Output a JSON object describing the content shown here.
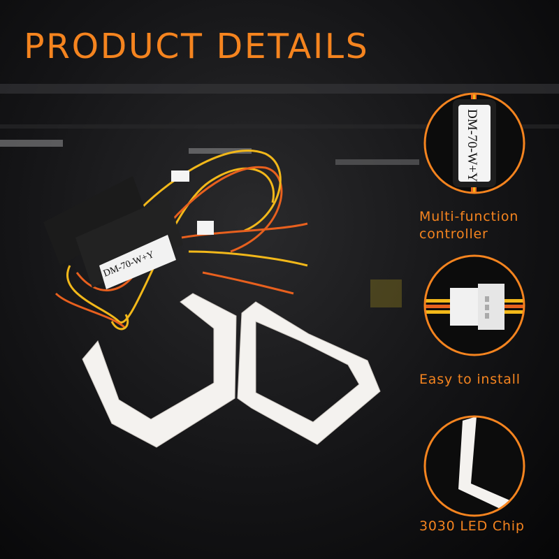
{
  "header": {
    "title": "PRODUCT DETAILS"
  },
  "product": {
    "controller_label": "DM-70-W+Y"
  },
  "features": [
    {
      "icon": "controller-icon",
      "line1": "Multi-function",
      "line2": "controller"
    },
    {
      "icon": "connector-icon",
      "line1": "Easy to install"
    },
    {
      "icon": "led-chip-icon",
      "line1": "3030 LED Chip"
    }
  ],
  "colors": {
    "accent": "#f5841f",
    "background": "#111113"
  }
}
